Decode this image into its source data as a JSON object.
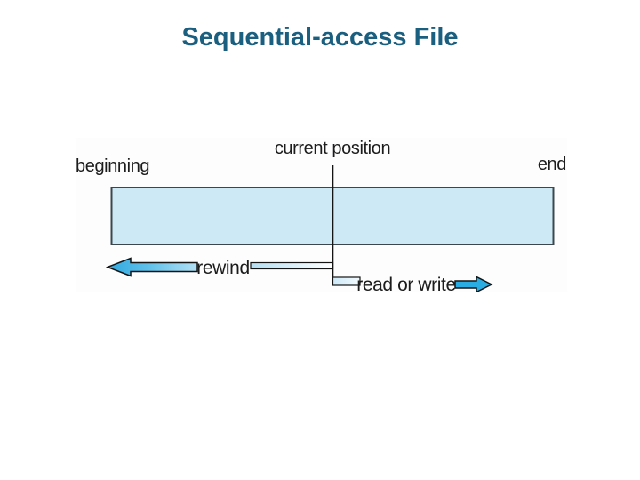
{
  "slide": {
    "title": "Sequential-access File"
  },
  "diagram": {
    "labels": {
      "beginning": "beginning",
      "current_position": "current position",
      "end": "end",
      "rewind": "rewind",
      "read_or_write": "read or write"
    },
    "icons": {
      "rewind_arrow": "left-arrow",
      "read_write_arrow": "right-arrow"
    },
    "colors": {
      "title_text": "#1a5f7f",
      "file_fill": "#cde9f6",
      "file_border": "#3b464d",
      "arrow_blue": "#2aade2",
      "arrow_gradient_light": "#b3e0f4",
      "line": "#141414",
      "label_text": "#1c1c1c"
    }
  }
}
